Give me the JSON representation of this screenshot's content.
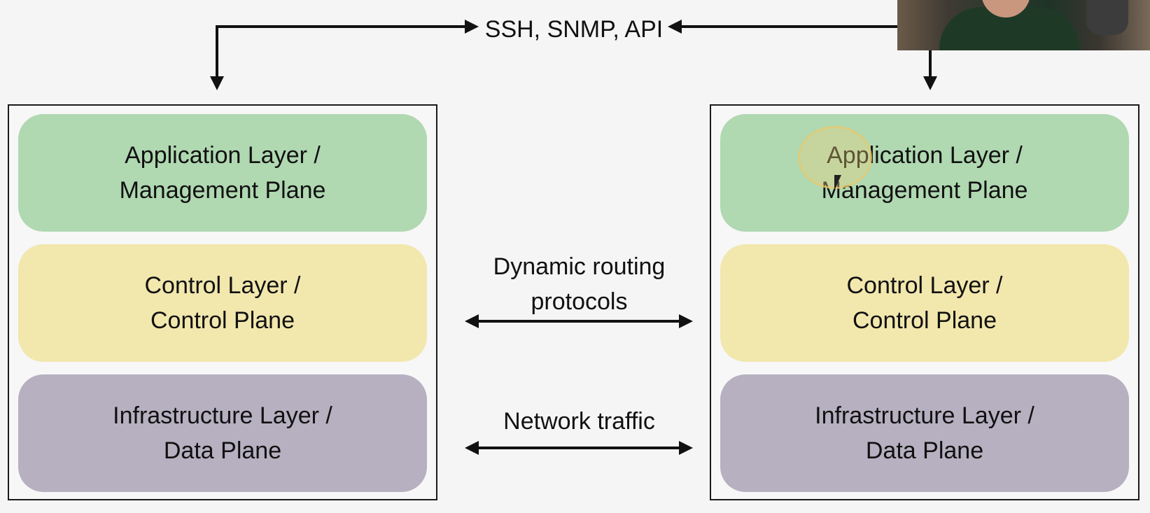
{
  "connectors": {
    "top_label": "SSH, SNMP, API",
    "middle_label": "Dynamic routing\nprotocols",
    "bottom_label": "Network traffic"
  },
  "devices": [
    {
      "layers": [
        {
          "label": "Application Layer /\nManagement Plane",
          "color": "#b0d8b1"
        },
        {
          "label": "Control Layer /\nControl Plane",
          "color": "#f2e7ad"
        },
        {
          "label": "Infrastructure Layer /\nData Plane",
          "color": "#b6b0c1"
        }
      ]
    },
    {
      "layers": [
        {
          "label": "Application Layer /\nManagement Plane",
          "color": "#b0d8b1"
        },
        {
          "label": "Control Layer /\nControl Plane",
          "color": "#f2e7ad"
        },
        {
          "label": "Infrastructure Layer /\nData Plane",
          "color": "#b6b0c1"
        }
      ]
    }
  ],
  "colors": {
    "arrow": "#111111",
    "border": "#1a1a1a",
    "background": "#f5f5f5"
  }
}
